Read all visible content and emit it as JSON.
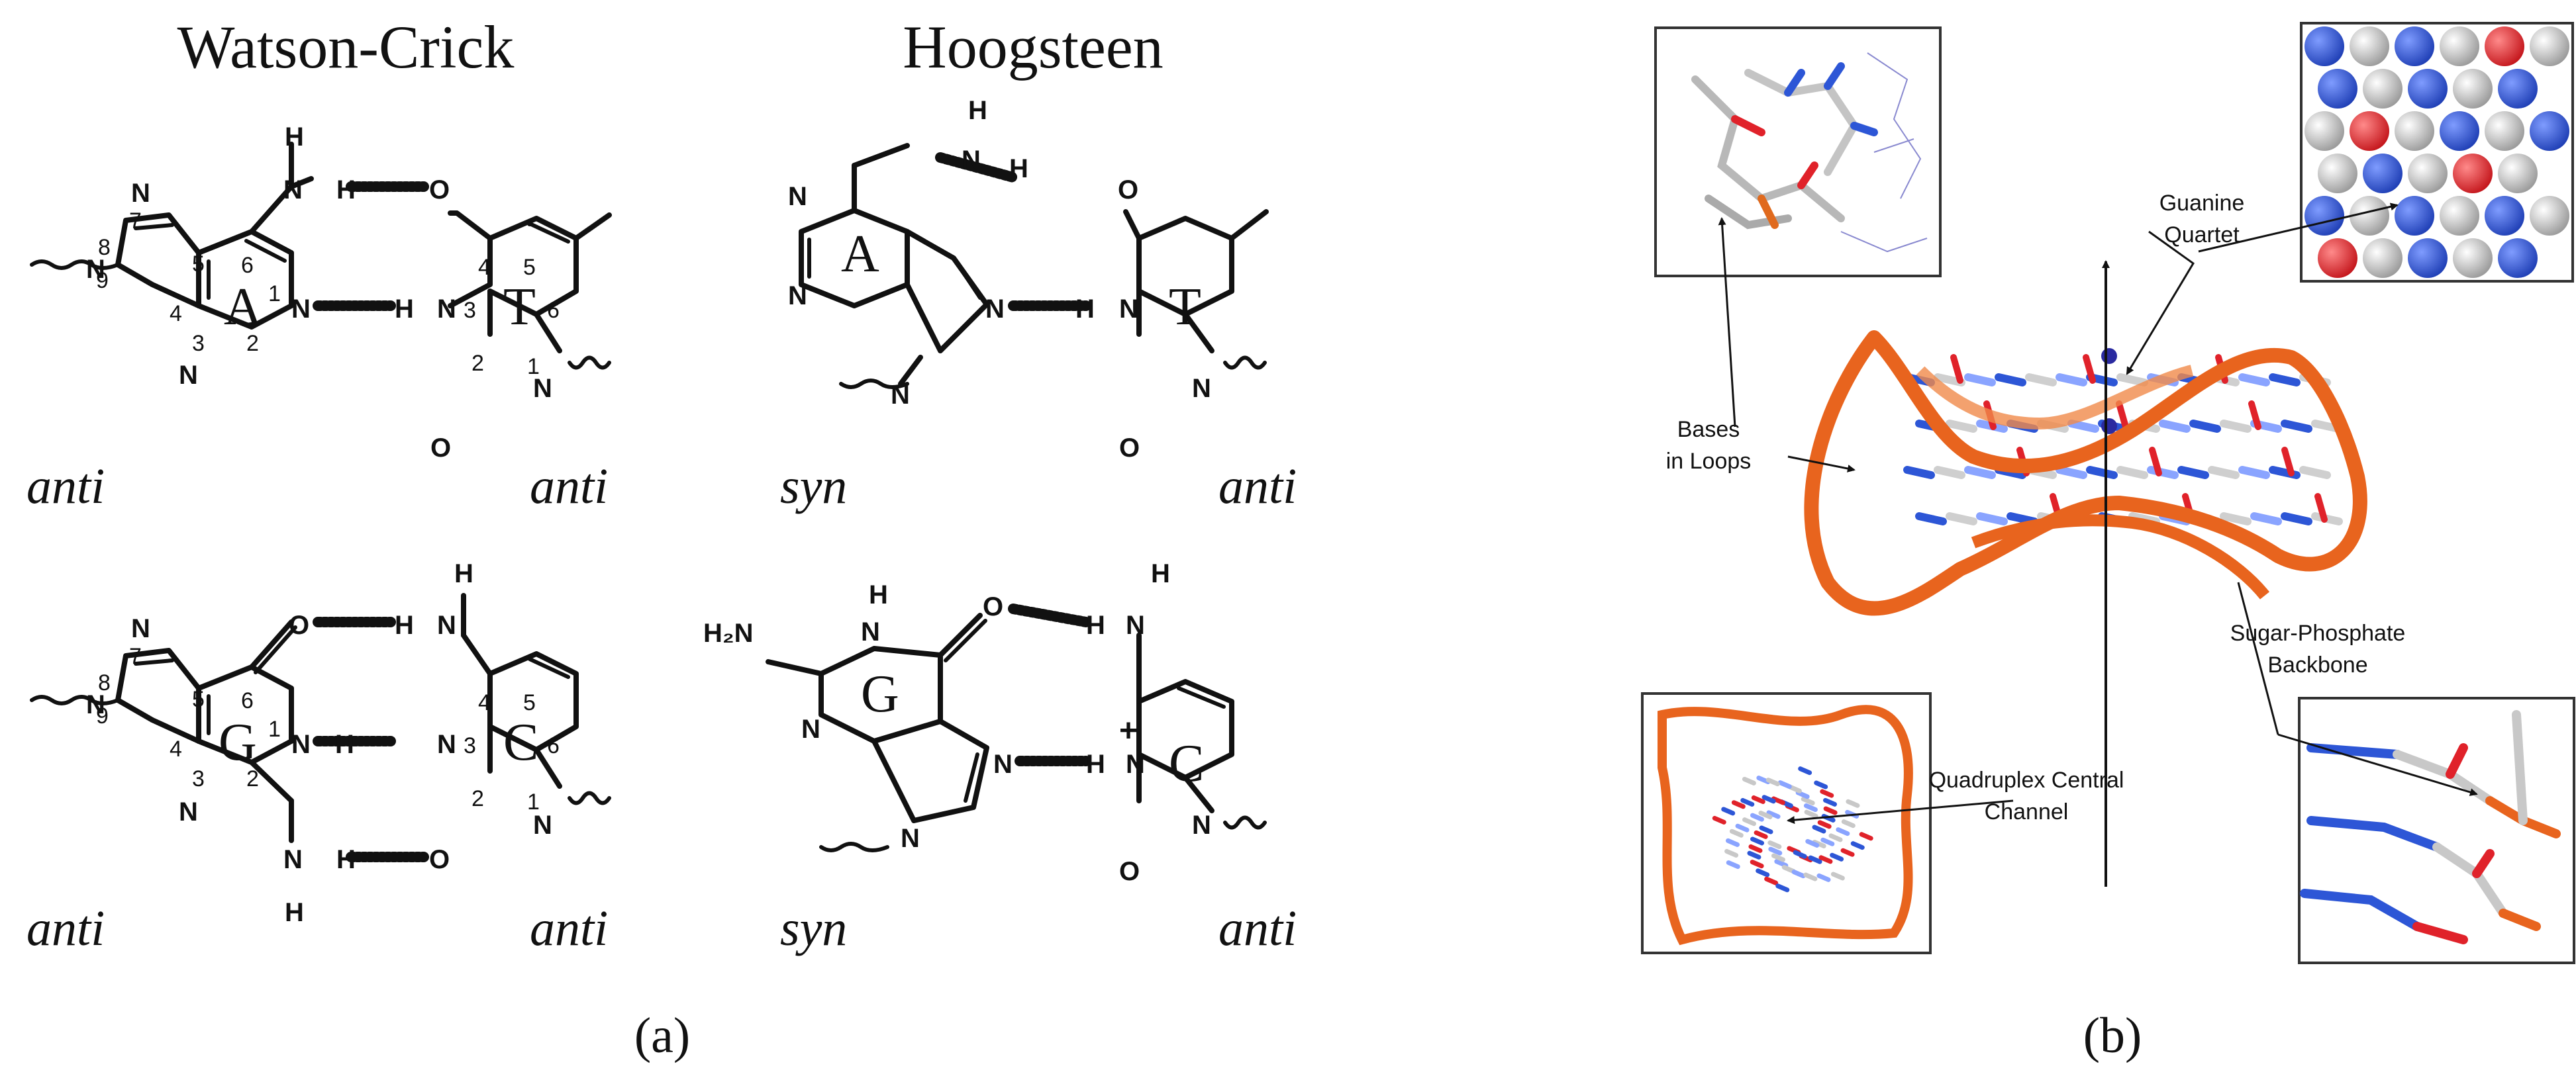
{
  "panel_a": {
    "headers": {
      "left": "Watson-Crick",
      "right": "Hoogsteen"
    },
    "at_wc": {
      "base1": "A",
      "base2": "T",
      "nums_a": [
        "1",
        "2",
        "3",
        "4",
        "5",
        "6",
        "7",
        "8",
        "9"
      ],
      "nums_t": [
        "1",
        "2",
        "3",
        "4",
        "5",
        "6"
      ],
      "conf_left": "anti",
      "conf_right": "anti"
    },
    "at_hg": {
      "base1": "A",
      "base2": "T",
      "conf_left": "syn",
      "conf_right": "anti"
    },
    "gc_wc": {
      "base1": "G",
      "base2": "C",
      "nums_g": [
        "1",
        "2",
        "3",
        "4",
        "5",
        "6",
        "7",
        "8",
        "9"
      ],
      "nums_c": [
        "1",
        "2",
        "3",
        "4",
        "5",
        "6"
      ],
      "conf_left": "anti",
      "conf_right": "anti"
    },
    "gc_hg": {
      "base1": "G",
      "base2": "C",
      "nh2": "H₂N",
      "plus": "+",
      "conf_left": "syn",
      "conf_right": "anti"
    },
    "atoms": {
      "N": "N",
      "H": "H",
      "O": "O"
    },
    "caption": "(a)"
  },
  "panel_b": {
    "labels": {
      "guanine_1": "Guanine",
      "guanine_2": "Quartet",
      "bases_1": "Bases",
      "bases_2": "in Loops",
      "sugar_1": "Sugar-Phosphate",
      "sugar_2": "Backbone",
      "channel_1": "Quadruplex Central",
      "channel_2": "Channel"
    },
    "colors": {
      "backbone": "#e8641e",
      "nitrogen": "#2d56d6",
      "oxygen": "#e0222a",
      "carbon": "#c8c8c8"
    },
    "caption": "(b)"
  }
}
